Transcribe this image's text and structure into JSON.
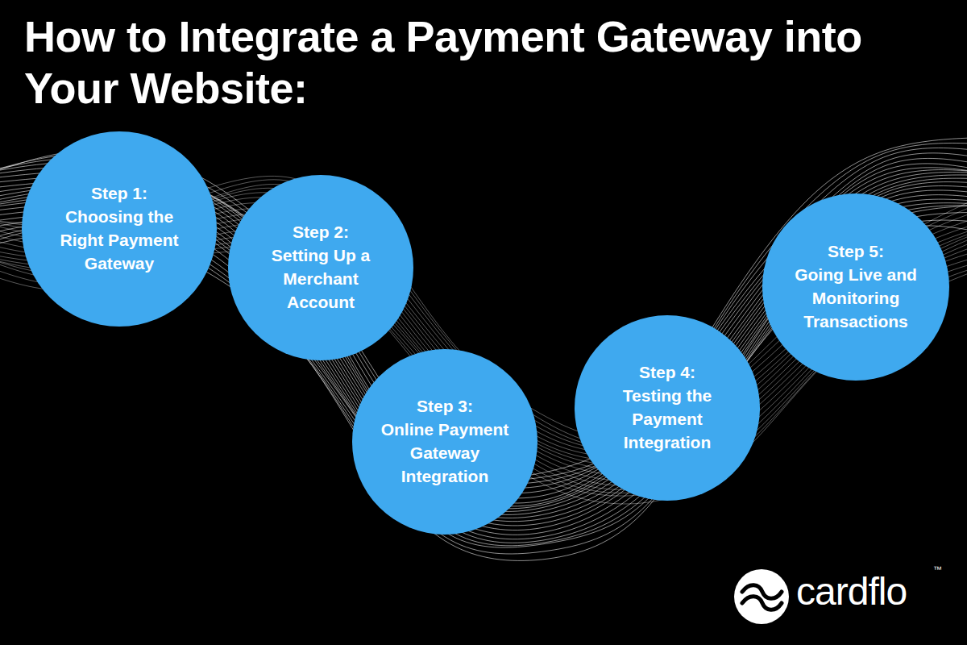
{
  "diagram": {
    "title": "How to Integrate a Payment Gateway into Your Website:",
    "nodes": [
      {
        "text": [
          "Step 1:",
          "Choosing the Right Payment Gateway"
        ]
      },
      {
        "text": [
          "Step 2:",
          "Setting Up a Merchant Account"
        ]
      },
      {
        "text": [
          "Step 3:",
          "Online Payment Gateway Integration"
        ]
      },
      {
        "text": [
          "Step 4:",
          "Testing the Payment Integration"
        ]
      },
      {
        "text": [
          "Step 5:",
          "Going Live and Monitoring Transactions"
        ]
      }
    ],
    "labels": [
      "cardflo",
      "™"
    ]
  }
}
